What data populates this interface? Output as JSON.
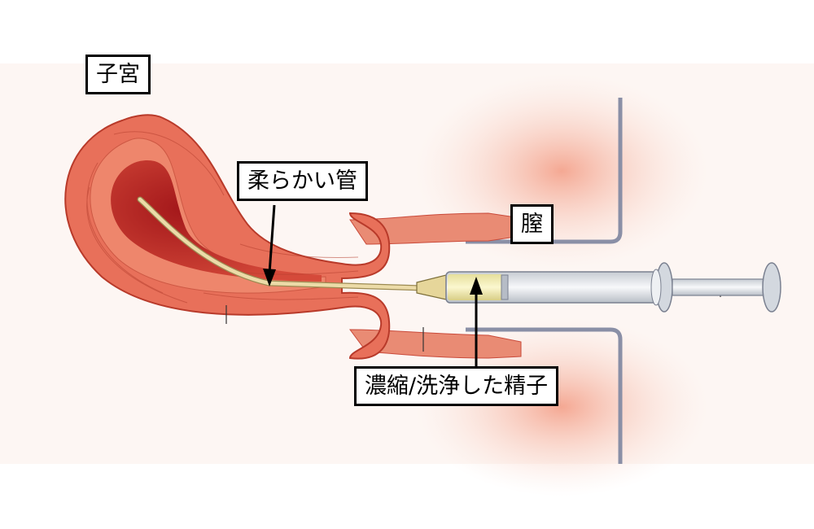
{
  "labels": {
    "uterus": "子宮",
    "catheter": "柔らかい管",
    "vagina": "膣",
    "sperm": "濃縮/洗浄した精子"
  },
  "colors": {
    "tissue_outer": "#e8705a",
    "tissue_inner": "#c42a22",
    "tissue_light": "#f3b9a6",
    "skin_glow": "#f6b5a2",
    "catheter": "#e9d9a6",
    "syringe_body": "#dfe3e8",
    "speculum": "#8a8fa6"
  },
  "icons": [
    "arrow-catheter-icon",
    "arrow-sperm-icon"
  ]
}
